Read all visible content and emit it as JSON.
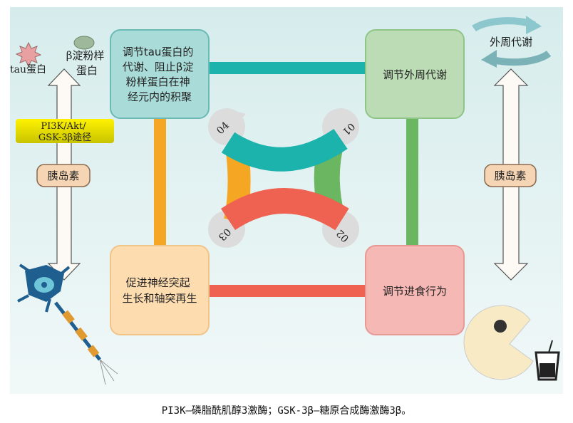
{
  "boxes": {
    "top_left": {
      "lines": [
        "调节tau蛋白的",
        "代谢、阻止β淀",
        "粉样蛋白在神",
        "经元内的积聚"
      ]
    },
    "top_right": {
      "lines": [
        "调节外周代谢"
      ]
    },
    "bottom_left": {
      "lines": [
        "促进神经突起",
        "生长和轴突再生"
      ]
    },
    "bottom_right": {
      "lines": [
        "调节进食行为"
      ]
    }
  },
  "center_labels": [
    "01",
    "02",
    "03",
    "04"
  ],
  "left": {
    "tau_label": "tau蛋白",
    "amyloid_label": [
      "β淀粉样",
      "蛋白"
    ],
    "pathway_label": [
      "PI3K/Akt/",
      "GSK-3β途径"
    ],
    "insulin_label": "胰岛素"
  },
  "right": {
    "cycle_label": "外周代谢",
    "insulin_label": "胰岛素"
  },
  "caption": "PI3K—磷脂酰肌醇3激酶；GSK-3β—糖原合成酶激酶3β。",
  "colors": {
    "teal": "#1cb3ad",
    "green": "#6bb661",
    "orange": "#f5a623",
    "red": "#ef6150"
  }
}
